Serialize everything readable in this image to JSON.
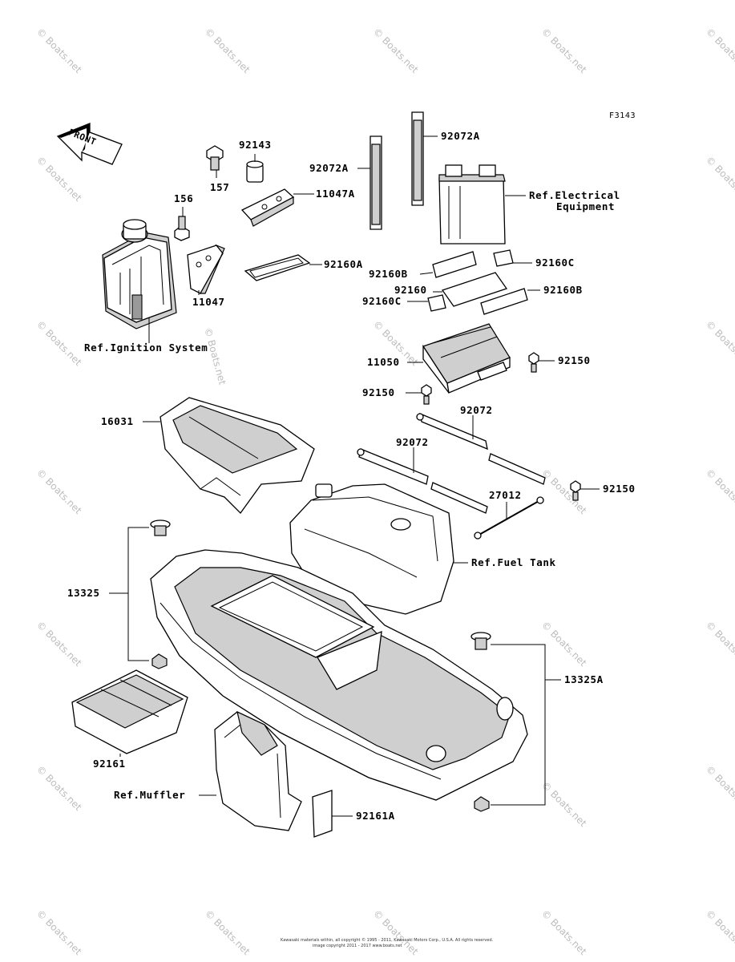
{
  "figure_code": "F3143",
  "front_label": "FRONT",
  "watermark_text": "© Boats.net",
  "labels": {
    "p92143": "92143",
    "p157": "157",
    "p156": "156",
    "p11047A": "11047A",
    "p11047": "11047",
    "p92072A_left": "92072A",
    "p92072A_right": "92072A",
    "ref_electrical_1": "Ref.Electrical",
    "ref_electrical_2": "Equipment",
    "p92160A": "92160A",
    "p92160B_left": "92160B",
    "p92160C_right": "92160C",
    "p92160": "92160",
    "p92160B_right": "92160B",
    "p92160C_left": "92160C",
    "ref_ignition": "Ref.Ignition System",
    "p11050": "11050",
    "p92150_a": "92150",
    "p92150_b": "92150",
    "p92150_c": "92150",
    "p92072_a": "92072",
    "p92072_b": "92072",
    "p16031": "16031",
    "p27012": "27012",
    "ref_fuel_tank": "Ref.Fuel Tank",
    "p13325": "13325",
    "p13325A": "13325A",
    "p92161": "92161",
    "ref_muffler": "Ref.Muffler",
    "p92161A": "92161A"
  },
  "footer": {
    "line1": "Kawasaki materials within, all copyright © 1995 - 2011, Kawasaki Motors Corp., U.S.A. All rights reserved.",
    "line2": "image copyright 2011 - 2017 www.boats.net"
  },
  "colors": {
    "line": "#000000",
    "shade": "#cfcfcf",
    "watermark": "#bdbdbd"
  }
}
